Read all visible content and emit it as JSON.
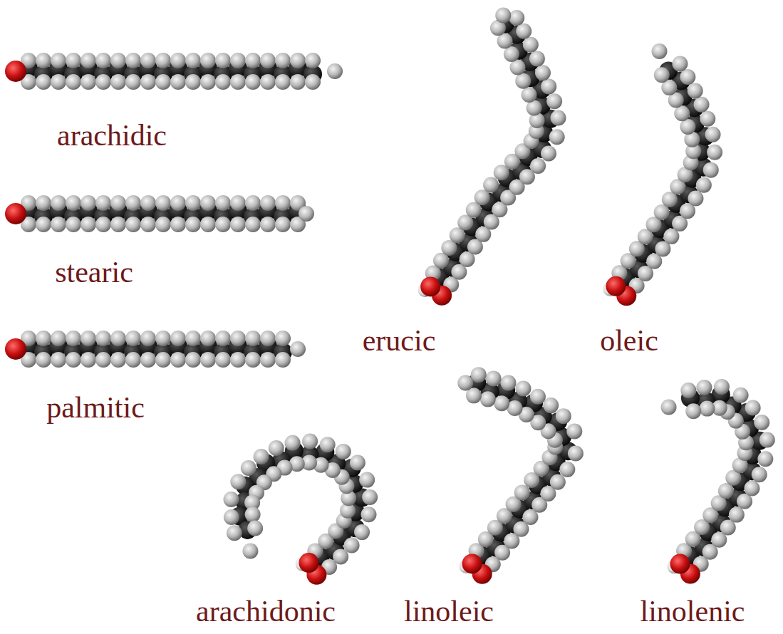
{
  "diagram": {
    "labels": [
      "arachidic",
      "stearic",
      "palmitic",
      "erucic",
      "oleic",
      "arachidonic",
      "linoleic",
      "linolenic"
    ]
  }
}
